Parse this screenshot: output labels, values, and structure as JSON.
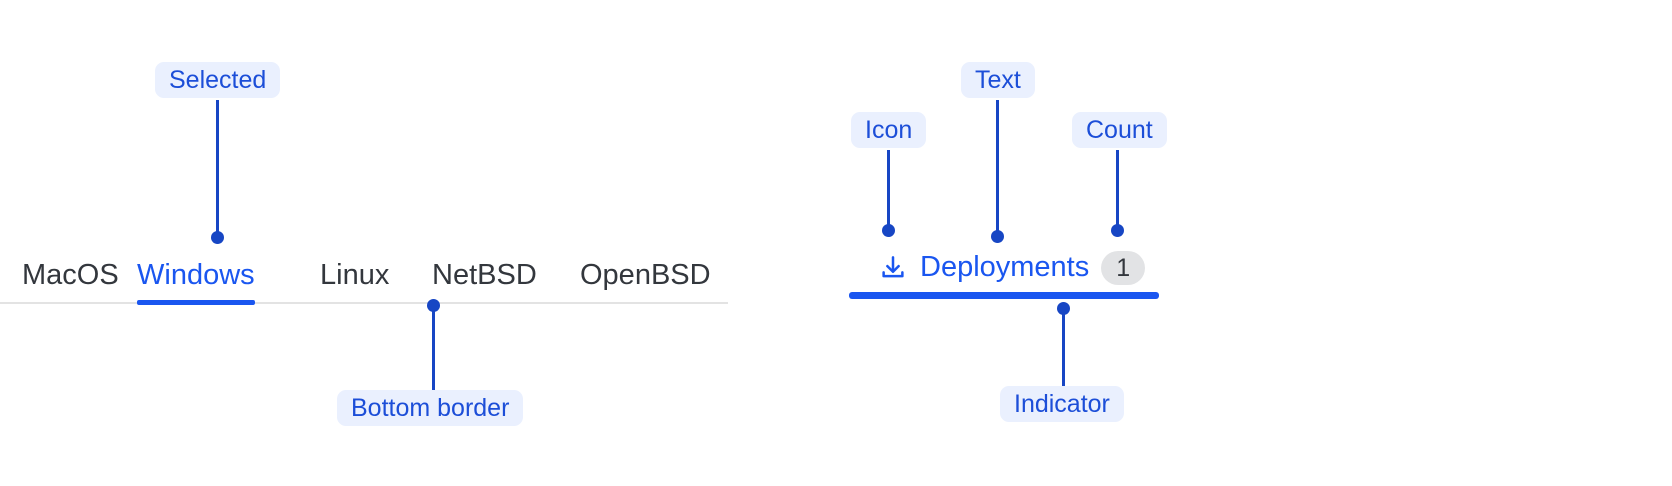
{
  "colors": {
    "accent": "#1a56f0",
    "annotation_text": "#1c4ed8",
    "annotation_bg": "#eaf0fe",
    "leader_line": "#1746c4",
    "tab_text": "#33373d",
    "rule": "#e3e3e3",
    "badge_bg": "#e2e3e5"
  },
  "tab_group": {
    "name": "os-tabs",
    "tabs": [
      {
        "label": "MacOS",
        "selected": false
      },
      {
        "label": "Windows",
        "selected": true
      },
      {
        "label": "Linux",
        "selected": false
      },
      {
        "label": "NetBSD",
        "selected": false
      },
      {
        "label": "OpenBSD",
        "selected": false
      }
    ]
  },
  "deployments_tab": {
    "icon": "download-icon",
    "label": "Deployments",
    "count": "1",
    "selected": true
  },
  "annotations": [
    {
      "id": "selected",
      "label": "Selected"
    },
    {
      "id": "bottom_border",
      "label": "Bottom border"
    },
    {
      "id": "icon",
      "label": "Icon"
    },
    {
      "id": "text",
      "label": "Text"
    },
    {
      "id": "count",
      "label": "Count"
    },
    {
      "id": "indicator",
      "label": "Indicator"
    }
  ]
}
